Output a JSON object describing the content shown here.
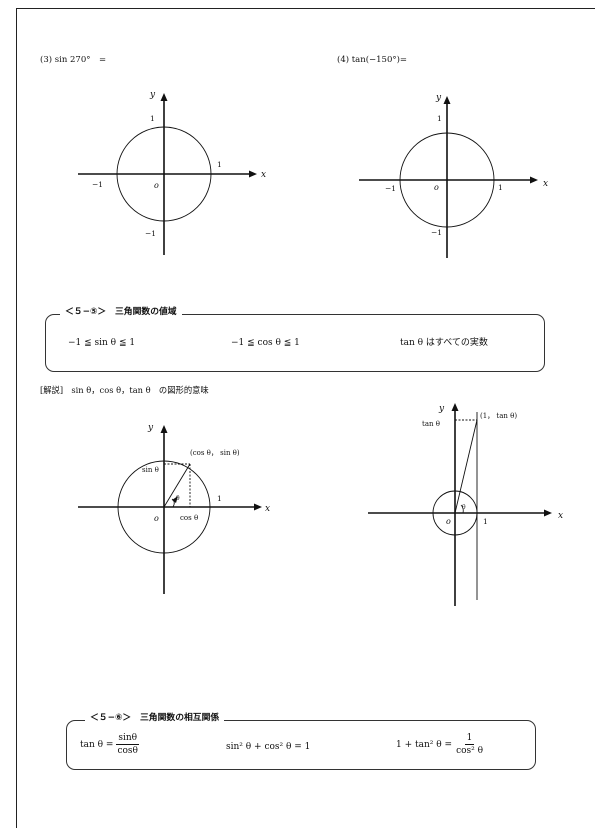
{
  "problem3": "(3) sin 270°　=",
  "problem4": "(4) tan(−150°)=",
  "axis": {
    "x": "x",
    "y": "y",
    "o": "o",
    "one": "1",
    "neg_one": "−1"
  },
  "range_box": {
    "title": "＜５−⑤＞　三角関数の値域",
    "sin": "−1 ≦ sin θ ≦ 1",
    "cos": "−1 ≦ cos θ ≦ 1",
    "tan": "tan θ はすべての実数"
  },
  "explanation": "[解説]　sin θ，cos θ，tan θ　の図形的意味",
  "fig_left": {
    "point": "(cos θ， sin θ)",
    "sin": "sin θ",
    "cos": "cos θ",
    "theta": "θ"
  },
  "fig_right": {
    "point": "(1， tan θ)",
    "tan": "tan θ",
    "theta": "θ"
  },
  "relation_box": {
    "title": "＜５−⑥＞　三角関数の相互関係",
    "f1_lhs": "tan θ =",
    "f1_num": "sinθ",
    "f1_den": "cosθ",
    "f2": "sin² θ + cos² θ = 1",
    "f3_lhs": "1 + tan² θ =",
    "f3_num": "1",
    "f3_den": "cos² θ"
  }
}
